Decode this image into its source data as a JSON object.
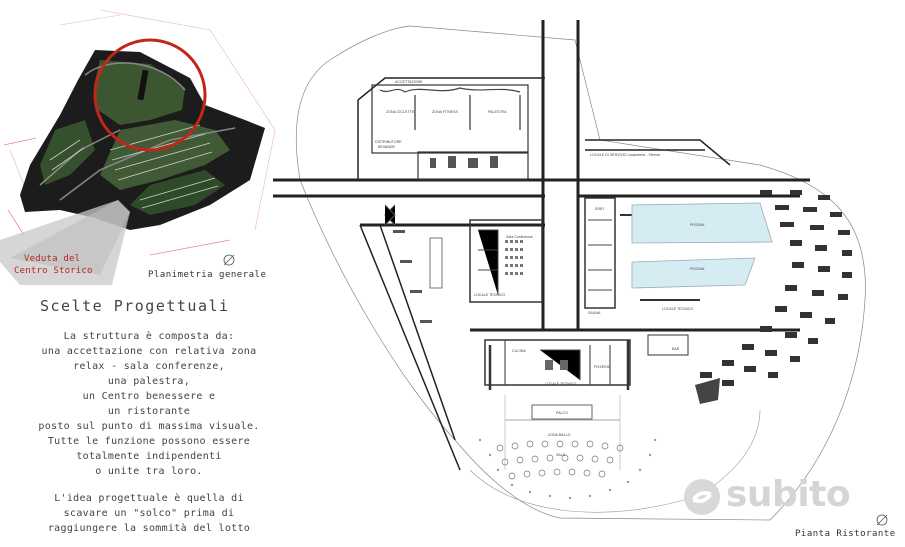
{
  "site_caption": {
    "line1": "Veduta del",
    "line2": "Centro Storico"
  },
  "site_plan_label": "Planimetria generale",
  "title": "Scelte Progettuali",
  "description_lines": [
    "La struttura è composta da:",
    "una accettazione con relativa zona",
    "relax - sala conferenze,",
    "una palestra,",
    "un Centro benessere e",
    "un ristorante",
    "posto sul punto di massima visuale.",
    "Tutte le funzione possono essere",
    "totalmente indipendenti",
    "o unite tra loro."
  ],
  "idea_lines": [
    "L'idea progettuale è quella di",
    "scavare un \"solco\" prima di",
    "raggiungere la sommità del lotto"
  ],
  "floor_plan_label": "Pianta Ristorante",
  "watermark": "subito",
  "plan_labels": {
    "accettazione": "ACCETTAZIONE",
    "zona_cicli": "ZONA CICLETTE",
    "zona_fitness": "ZONA FITNESS",
    "palestra": "PALESTRA",
    "distributore": "DISTRIBUTORE",
    "bevande": "BEVANDE",
    "locale_servizio": "LOCALE DI SERVIZIO Lavanderia - Stireria",
    "piscina_1": "PISCINA",
    "piscina_2": "PISCINA",
    "sala_conf": "Sala Conferenze",
    "locale_tecnico_1": "LOCALE TECNICO",
    "locale_tecnico_2": "LOCALE TECNICO",
    "locale_tecnico_3": "LOCALE TECNICO",
    "cucina": "CUCINA",
    "pizzeria": "PIZZERIA",
    "palco": "PALCO",
    "zona_ballo": "ZONA BALLO",
    "sala": "SALA",
    "bar": "BAR",
    "sauna": "SAUNA",
    "idro": "IDRO"
  },
  "colors": {
    "accent_red": "#b2281e",
    "pool": "#d6ecf3",
    "wall": "#222222",
    "terrain_green": "#3c5632"
  }
}
